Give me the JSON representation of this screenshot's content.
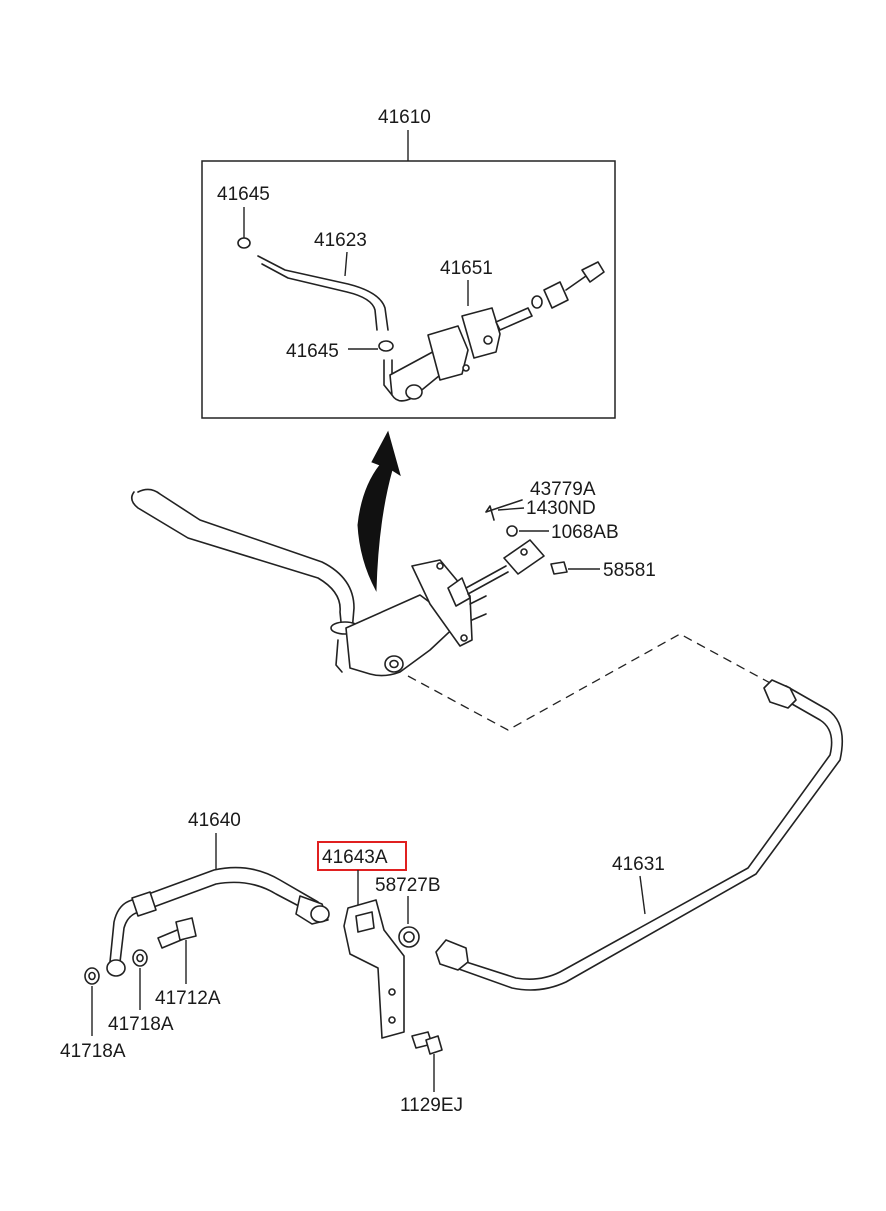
{
  "labels": {
    "l41610": "41610",
    "l41645a": "41645",
    "l41623": "41623",
    "l41651": "41651",
    "l41645b": "41645",
    "l43779A": "43779A",
    "l1430ND": "1430ND",
    "l1068AB": "1068AB",
    "l58581": "58581",
    "l41640": "41640",
    "l41643A": "41643A",
    "l58727B": "58727B",
    "l41631": "41631",
    "l41712A": "41712A",
    "l41718A_a": "41718A",
    "l41718A_b": "41718A",
    "l1129EJ": "1129EJ"
  },
  "highlight": {
    "label": "41643A",
    "color": "#e02020"
  },
  "colors": {
    "line": "#222222",
    "arrow": "#111111"
  }
}
